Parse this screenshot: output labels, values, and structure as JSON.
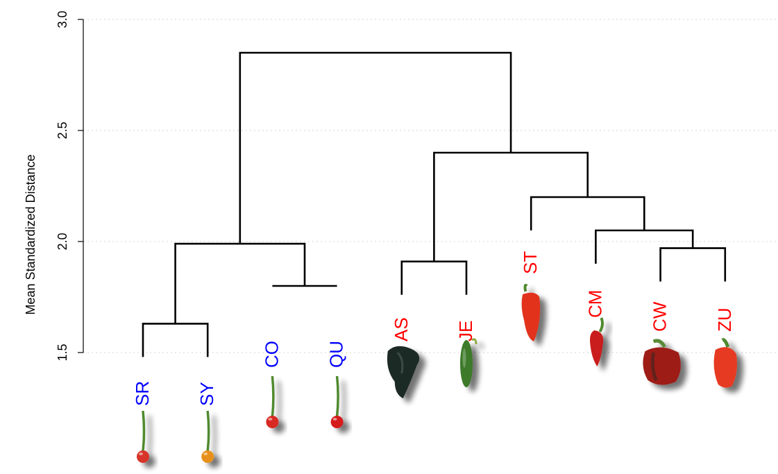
{
  "chart_data": {
    "type": "dendrogram",
    "title": "",
    "xlabel": "",
    "ylabel": "Mean Standardized Distance",
    "ylim": [
      1.5,
      3.0
    ],
    "y_ticks": [
      1.5,
      2.0,
      2.5,
      3.0
    ],
    "y_tick_labels": [
      "1.5",
      "2.0",
      "2.5",
      "3.0"
    ],
    "grid": true,
    "leaves": [
      {
        "label": "SR",
        "group": "blue",
        "pepper_color": "#d8362b",
        "pepper_shape": "small-round"
      },
      {
        "label": "SY",
        "group": "blue",
        "pepper_color": "#e8901a",
        "pepper_shape": "small-round"
      },
      {
        "label": "CO",
        "group": "blue",
        "pepper_color": "#d82a22",
        "pepper_shape": "small-round"
      },
      {
        "label": "QU",
        "group": "blue",
        "pepper_color": "#d41c1c",
        "pepper_shape": "small-round"
      },
      {
        "label": "AS",
        "group": "red",
        "pepper_color": "#1f2b28",
        "pepper_shape": "poblano"
      },
      {
        "label": "JE",
        "group": "red",
        "pepper_color": "#3e7a2a",
        "pepper_shape": "jalapeno"
      },
      {
        "label": "ST",
        "group": "red",
        "pepper_color": "#e2321c",
        "pepper_shape": "long"
      },
      {
        "label": "CM",
        "group": "red",
        "pepper_color": "#c91f1c",
        "pepper_shape": "thin"
      },
      {
        "label": "CW",
        "group": "red",
        "pepper_color": "#9e1a15",
        "pepper_shape": "bell"
      },
      {
        "label": "ZU",
        "group": "red",
        "pepper_color": "#e63a23",
        "pepper_shape": "wide"
      }
    ],
    "leaf_heights": [
      1.48,
      1.48,
      1.8,
      1.8,
      1.76,
      1.76,
      2.05,
      1.9,
      1.82,
      1.82
    ],
    "merges": [
      {
        "left": "leaf:0",
        "right": "leaf:1",
        "height": 1.63
      },
      {
        "left": "leaf:2",
        "right": "leaf:3",
        "height": 1.8
      },
      {
        "left": "leaf:4",
        "right": "leaf:5",
        "height": 1.91
      },
      {
        "left": "leaf:8",
        "right": "leaf:9",
        "height": 1.97
      },
      {
        "left": "node:0",
        "right": "node:1",
        "height": 1.99
      },
      {
        "left": "leaf:7",
        "right": "node:3",
        "height": 2.05
      },
      {
        "left": "leaf:6",
        "right": "node:5",
        "height": 2.2
      },
      {
        "left": "node:2",
        "right": "node:6",
        "height": 2.4
      },
      {
        "left": "node:4",
        "right": "node:7",
        "height": 2.85
      }
    ],
    "colors": {
      "blue": "#0000ff",
      "red": "#ff0000",
      "lines": "#000000",
      "grid": "#d3d3d3"
    }
  }
}
